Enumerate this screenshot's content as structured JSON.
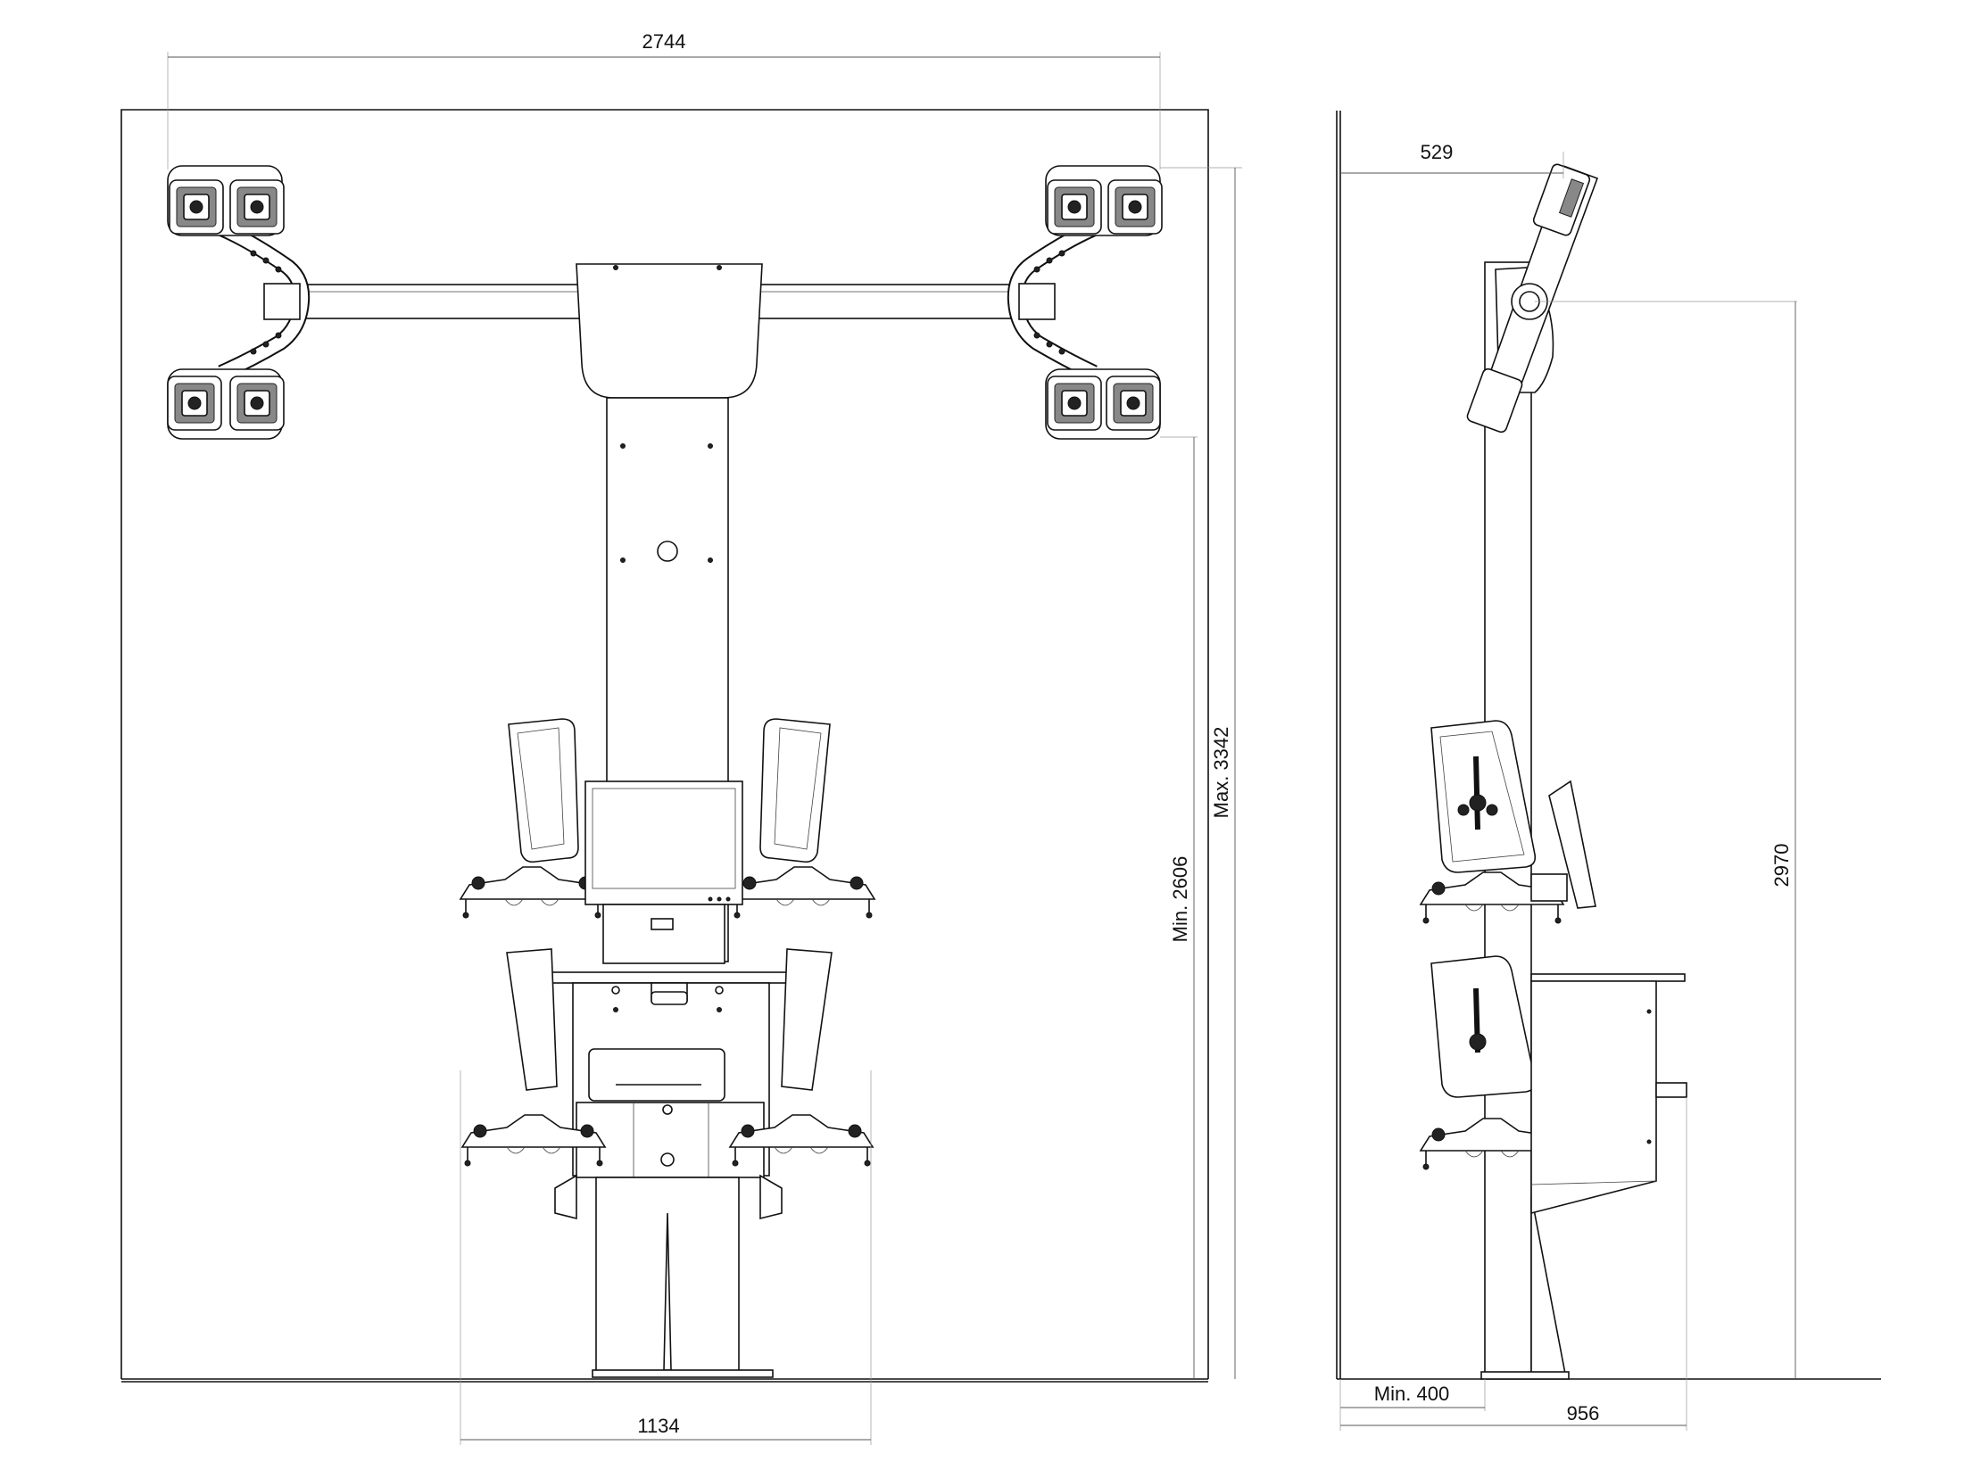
{
  "dimensions": {
    "front_width": "2744",
    "front_base_width": "1134",
    "front_min_height": "Min. 2606",
    "front_max_height": "Max. 3342",
    "side_arm_offset": "529",
    "side_height": "2970",
    "side_min_depth": "Min. 400",
    "side_depth": "956"
  },
  "colors": {
    "line": "#111111",
    "dimension_line": "#555555",
    "background": "#ffffff"
  }
}
